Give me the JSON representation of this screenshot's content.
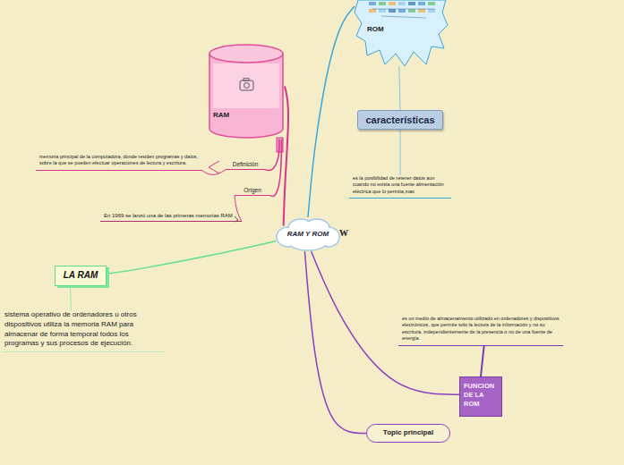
{
  "diagram": {
    "nodes": [
      {
        "text": [
          "RAM Y ROM"
        ]
      },
      {
        "text": [
          "RAM"
        ]
      },
      {
        "text": [
          "Definición"
        ]
      },
      {
        "text": [
          "memoria principal de la computadora, donde residen programas y datos, sobre la que se pueden efectuar operaciones de lectura y escritura."
        ]
      },
      {
        "text": [
          "Origen"
        ]
      },
      {
        "text": [
          "En 1969 se lanzó una de las primeras memorias RAM"
        ]
      },
      {
        "text": [
          "ROM"
        ]
      },
      {
        "text": [
          "características"
        ]
      },
      {
        "text": [
          "es la posibilidad de retener datos aun cuando no exista una fuente alimentación eléctrica que lo permita,mas"
        ]
      },
      {
        "text": [
          "LA RAM"
        ]
      },
      {
        "text": [
          "sistema operativo de ordenadores u otros dispositivos utiliza la memoria RAM para almacenar de forma temporal todos los programas y sus procesos de ejecución."
        ]
      },
      {
        "text": [
          "FUNCION DE LA ROM"
        ]
      },
      {
        "text": [
          "es un medio de almacenamiento utilizado en ordenadores y dispositivos electrónicos, que permite solo la lectura de la información y no su escritura, independientemente de la presencia o no de una fuente de energía."
        ]
      },
      {
        "text": [
          "Topic principal"
        ]
      }
    ],
    "edges": [
      {
        "from": 0,
        "to": 1,
        "arrow": "none"
      },
      {
        "from": 1,
        "to": 2,
        "arrow": "none"
      },
      {
        "from": 1,
        "to": 4,
        "arrow": "none"
      },
      {
        "from": 2,
        "to": 3,
        "arrow": "none"
      },
      {
        "from": 4,
        "to": 5,
        "arrow": "none"
      },
      {
        "from": 0,
        "to": 6,
        "arrow": "none"
      },
      {
        "from": 6,
        "to": 7,
        "arrow": "none"
      },
      {
        "from": 7,
        "to": 8,
        "arrow": "none"
      },
      {
        "from": 0,
        "to": 9,
        "arrow": "none"
      },
      {
        "from": 9,
        "to": 10,
        "arrow": "none"
      },
      {
        "from": 0,
        "to": 11,
        "arrow": "none"
      },
      {
        "from": 11,
        "to": 12,
        "arrow": "none"
      },
      {
        "from": 0,
        "to": 13,
        "arrow": "none"
      }
    ],
    "labels": [
      "W"
    ]
  }
}
